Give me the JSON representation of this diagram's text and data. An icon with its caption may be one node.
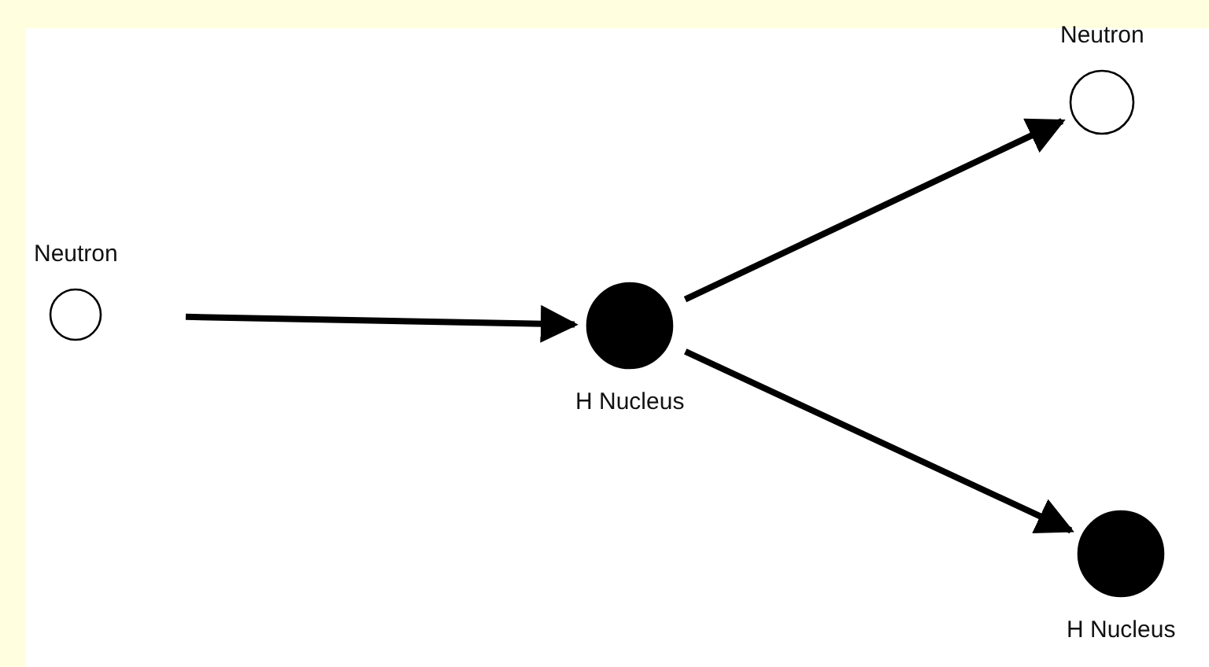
{
  "diagram": {
    "nodes": [
      {
        "text": [
          "Neutron"
        ]
      },
      {
        "text": [
          "H Nucleus"
        ]
      },
      {
        "text": [
          "Neutron"
        ]
      },
      {
        "text": [
          "H Nucleus"
        ]
      }
    ],
    "edges": [
      {
        "from": 0,
        "to": 1,
        "arrow": "to"
      },
      {
        "from": 1,
        "to": 2,
        "arrow": "to"
      },
      {
        "from": 1,
        "to": 3,
        "arrow": "to"
      }
    ]
  }
}
